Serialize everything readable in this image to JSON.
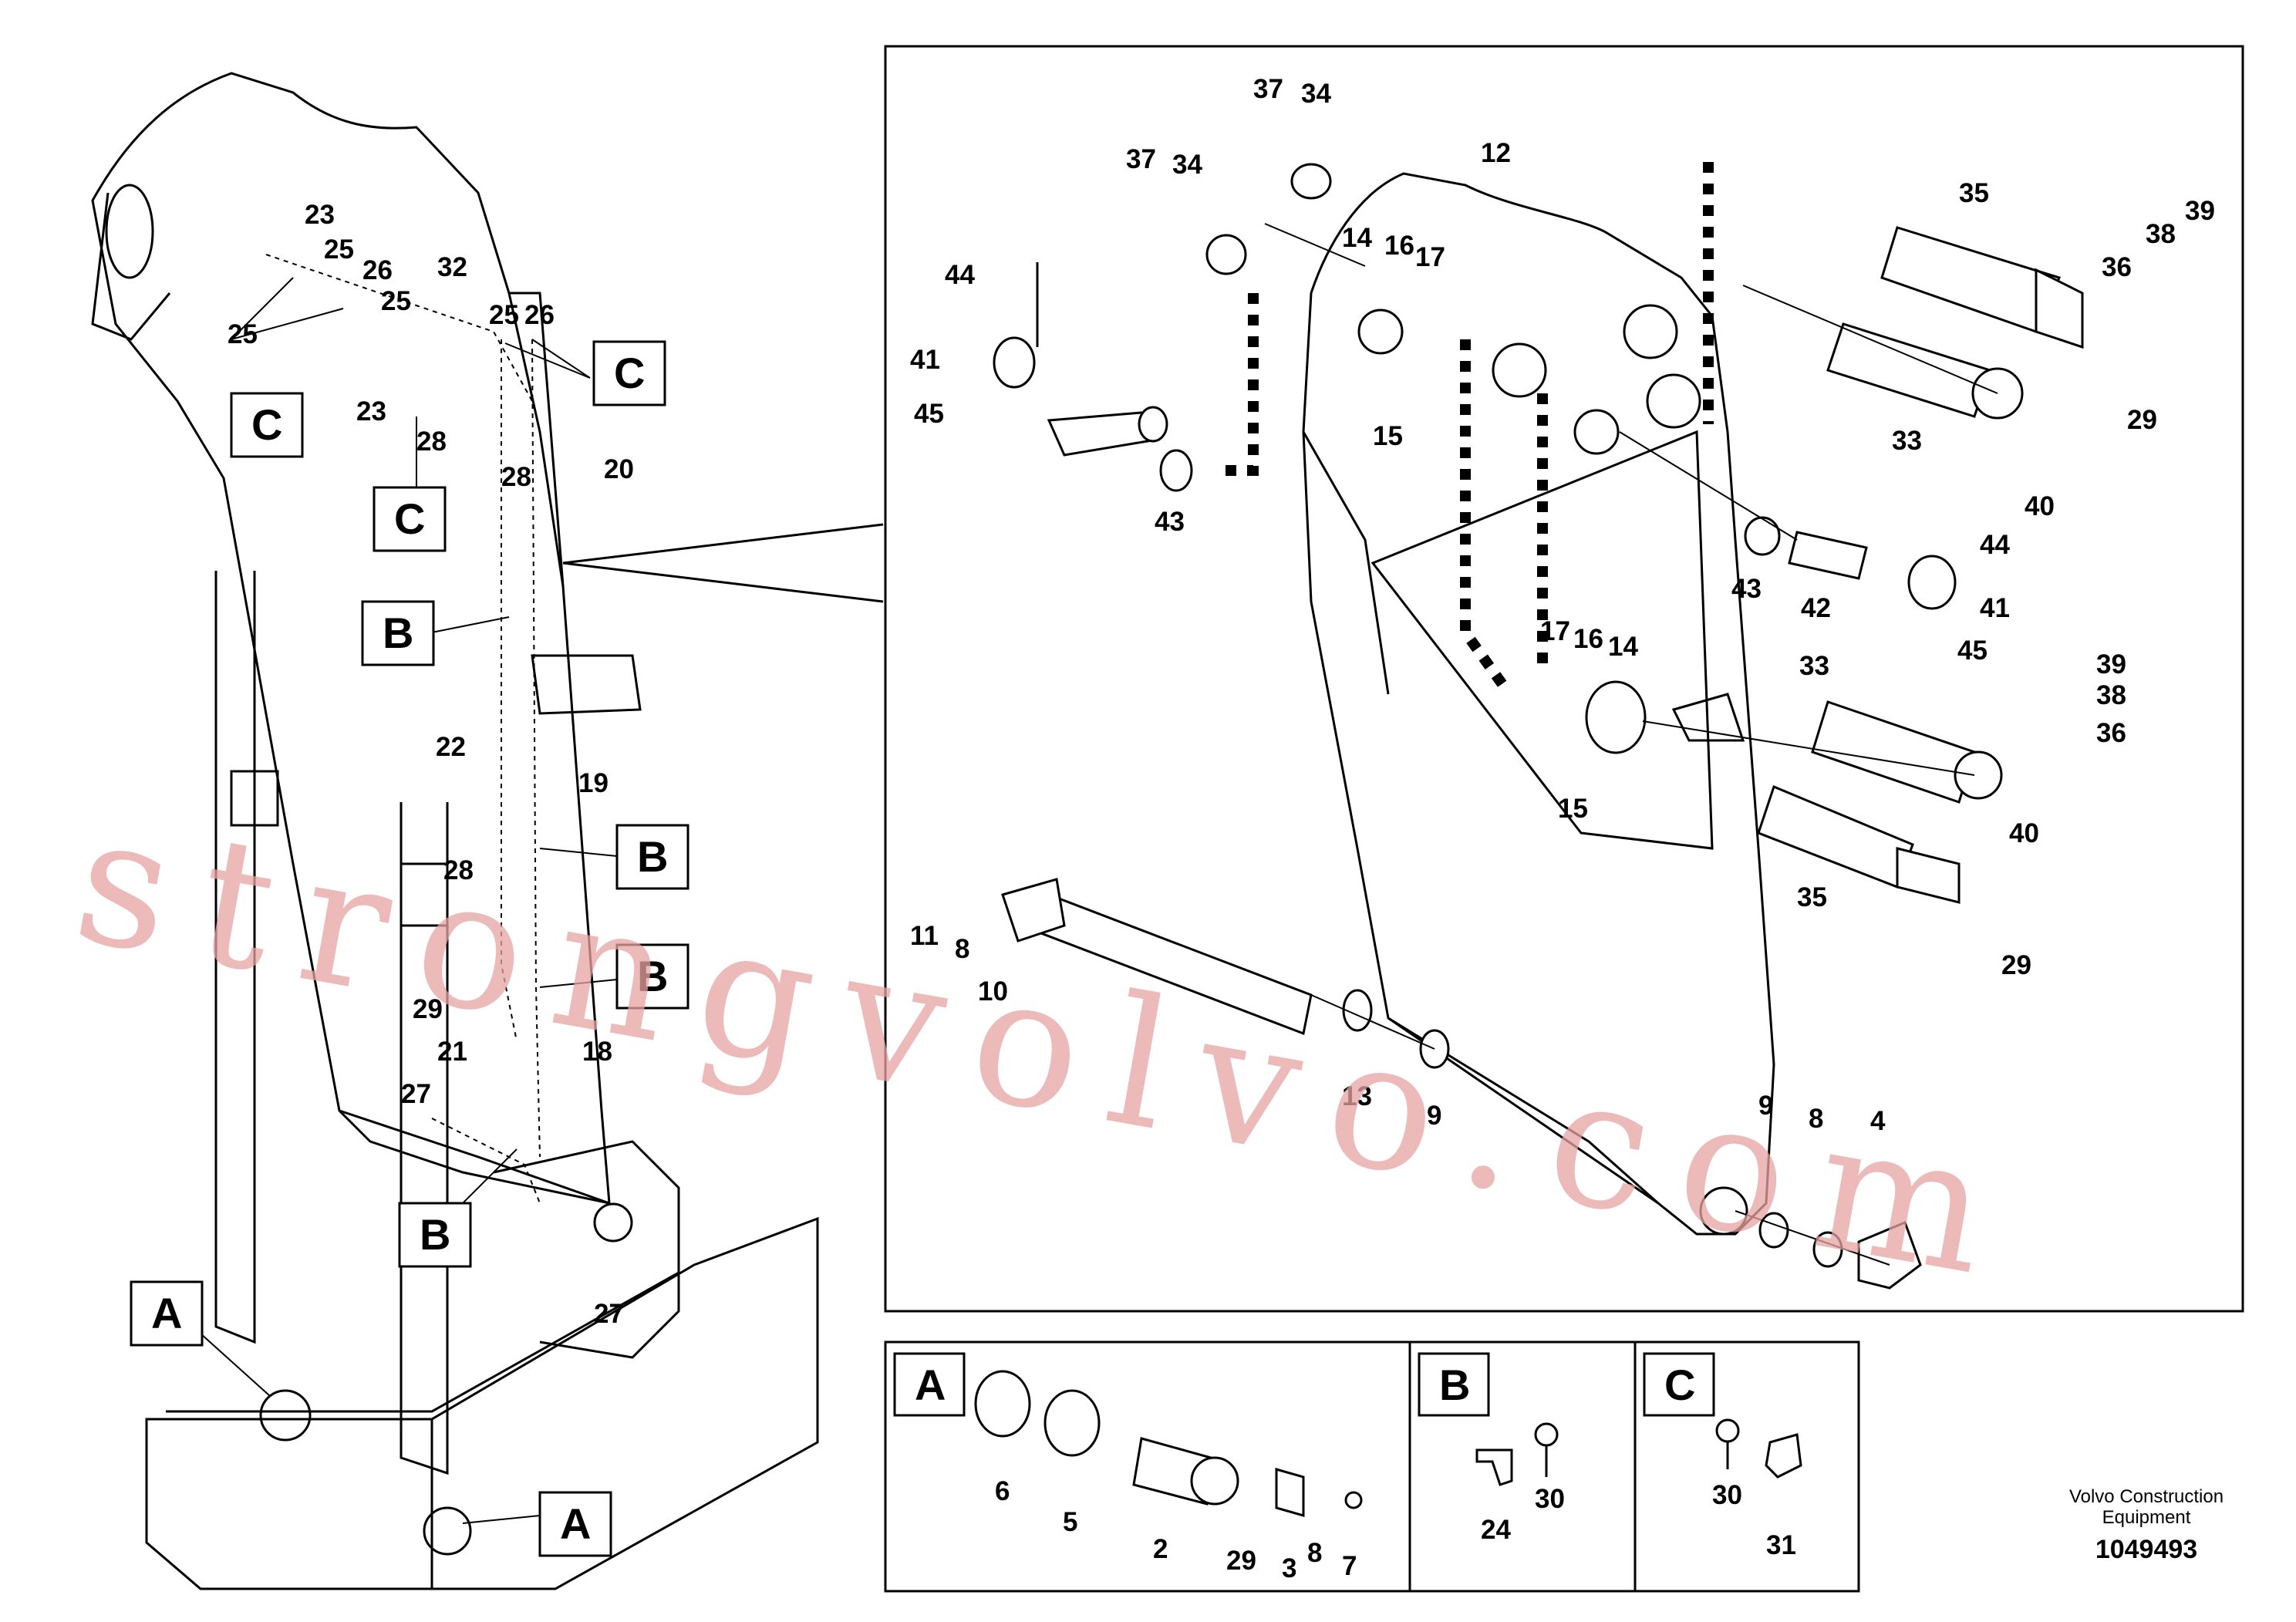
{
  "diagram": {
    "callouts_overview": [
      "23",
      "25",
      "26",
      "32",
      "25",
      "25",
      "26",
      "25",
      "23",
      "28",
      "28",
      "20",
      "22",
      "19",
      "28",
      "29",
      "21",
      "18",
      "27",
      "27"
    ],
    "callouts_detail": [
      "37",
      "34",
      "37",
      "34",
      "12",
      "14",
      "16",
      "17",
      "15",
      "44",
      "41",
      "45",
      "43",
      "35",
      "39",
      "38",
      "36",
      "33",
      "40",
      "29",
      "43",
      "42",
      "44",
      "41",
      "45",
      "17",
      "16",
      "14",
      "15",
      "33",
      "39",
      "38",
      "36",
      "40",
      "35",
      "29",
      "11",
      "8",
      "10",
      "13",
      "9",
      "9",
      "8",
      "4"
    ],
    "view_labels": {
      "overview": [
        "C",
        "C",
        "C",
        "B",
        "B",
        "B",
        "B",
        "A",
        "A"
      ],
      "panels": [
        "A",
        "B",
        "C"
      ]
    },
    "panel_a_callouts": [
      "6",
      "5",
      "2",
      "29",
      "3",
      "8",
      "7"
    ],
    "panel_b_callouts": [
      "24",
      "30"
    ],
    "panel_c_callouts": [
      "30",
      "31"
    ],
    "footer": {
      "publisher_line1": "Volvo Construction",
      "publisher_line2": "Equipment",
      "drawing_number": "1049493"
    },
    "watermark": "strongvolvo.com"
  }
}
